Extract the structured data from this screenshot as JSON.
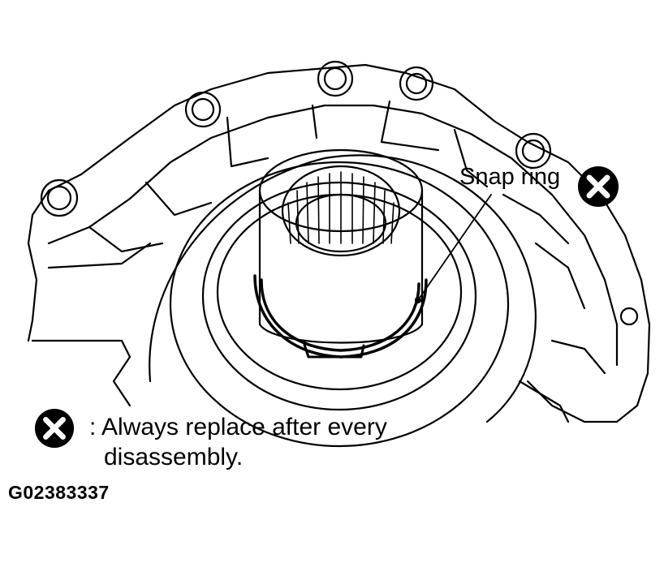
{
  "callout": {
    "label": "Snap ring"
  },
  "legend": {
    "separator": ":",
    "line1": "Always replace after every",
    "line2": "disassembly."
  },
  "figure_code": "G02383337",
  "icons": {
    "replace_marker": "circle-x-icon"
  },
  "colors": {
    "ink": "#000000",
    "paper": "#ffffff"
  }
}
